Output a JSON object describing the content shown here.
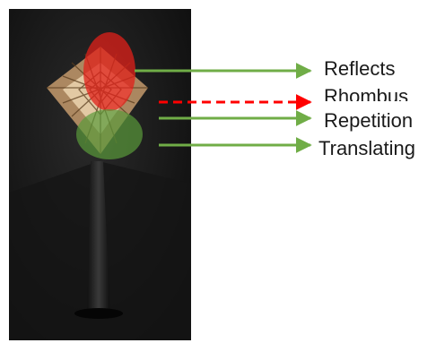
{
  "annotations": [
    {
      "label": "Reflects",
      "arrow_color": "#70ad47",
      "arrow_style": "solid"
    },
    {
      "label": "Rhombus",
      "arrow_color": "#ff0000",
      "arrow_style": "dashed"
    },
    {
      "label": "Repetition",
      "arrow_color": "#70ad47",
      "arrow_style": "solid"
    },
    {
      "label": "Translating",
      "arrow_color": "#70ad47",
      "arrow_style": "solid"
    }
  ],
  "photo": {
    "subject": "lamp-sculpture",
    "highlight_colors": {
      "top": "#e0201a",
      "bottom": "#5a9a3a"
    }
  }
}
